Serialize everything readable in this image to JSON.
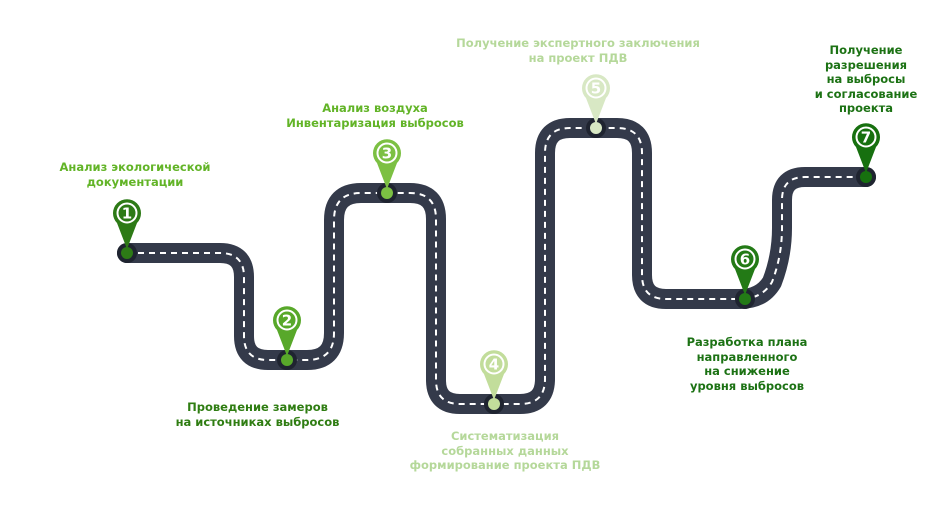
{
  "steps": [
    {
      "number": "1",
      "lines": [
        "Анализ экологической",
        "документации"
      ],
      "color": "#2d7a16"
    },
    {
      "number": "2",
      "lines": [
        "Проведение замеров",
        "на источниках выбросов"
      ],
      "color": "#58a82a"
    },
    {
      "number": "3",
      "lines": [
        "Анализ воздуха",
        "Инвентаризация выбросов"
      ],
      "color": "#7cc043"
    },
    {
      "number": "4",
      "lines": [
        "Систематизация",
        "собранных данных",
        "формирование проекта ПДВ"
      ],
      "color": "#c2dd9b"
    },
    {
      "number": "5",
      "lines": [
        "Получение экспертного заключения",
        "на проект ПДВ"
      ],
      "color": "#d8e8c4"
    },
    {
      "number": "6",
      "lines": [
        "Разработка плана",
        "направленного",
        "на снижение",
        "уровня выбросов"
      ],
      "color": "#237a16"
    },
    {
      "number": "7",
      "lines": [
        "Получение",
        "разрешения",
        "на выбросы",
        "и согласование",
        "проекта"
      ],
      "color": "#17700f"
    }
  ],
  "colors": {
    "road": "#343a4a",
    "road_edge": "#1f2430",
    "dash": "#ffffff"
  }
}
